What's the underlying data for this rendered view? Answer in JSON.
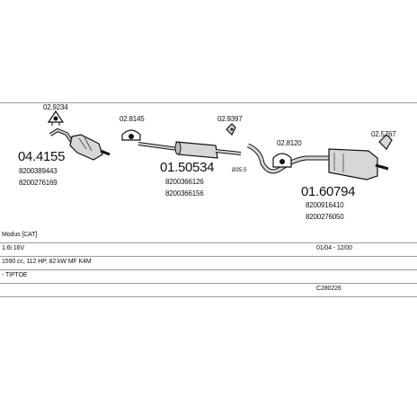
{
  "parts": {
    "cat_converter": {
      "number": "04.4155",
      "refs": [
        "8200389443",
        "8200276169"
      ],
      "clamp": "02.9234"
    },
    "front_clamp": {
      "number": "02.8145"
    },
    "middle_silencer": {
      "number": "01.50534",
      "refs": [
        "8200366126",
        "8200366156"
      ],
      "pipe_size": "Ø35.5"
    },
    "hanger": {
      "number": "02.9397"
    },
    "rear_clamp": {
      "number": "02.8120"
    },
    "rear_silencer": {
      "number": "01.60794",
      "refs": [
        "8200916410",
        "8200276050"
      ]
    },
    "tail_hanger": {
      "number": "02.5767"
    }
  },
  "vehicle": {
    "model": "Modus [CAT]",
    "engine": "1.6i 16V",
    "dates": "01/04 - 12/00",
    "spec": "1590 cc, 112 HP, 82 kW MF K4M",
    "fuel": "- TIPTOE",
    "code": "C280226"
  },
  "colors": {
    "line": "#111111",
    "fill": "#d7d7d7",
    "rule": "#9a9a9a"
  }
}
